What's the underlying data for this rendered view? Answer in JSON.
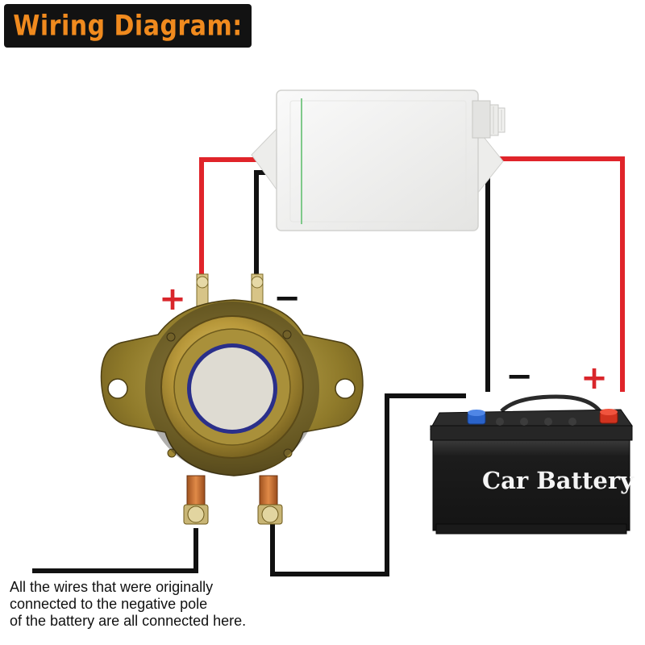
{
  "title": "Wiring Diagram:",
  "battery": {
    "label": "Car Battery"
  },
  "terminals": {
    "solenoid_positive": "+",
    "solenoid_negative": "−",
    "battery_negative": "−",
    "battery_positive": "+"
  },
  "caption": {
    "line1": "All the wires that were originally",
    "line2": "connected to the negative pole",
    "line3": "of the battery are all connected here."
  },
  "colors": {
    "title_background": "#121212",
    "title_text": "#f08a1e",
    "wire_positive": "#e0242a",
    "wire_negative": "#111111",
    "plus_sign": "#d9262b",
    "controller_box": "#f2f2f0",
    "solenoid_metal": "#b39a3c",
    "battery_body": "#1f1f1f"
  }
}
